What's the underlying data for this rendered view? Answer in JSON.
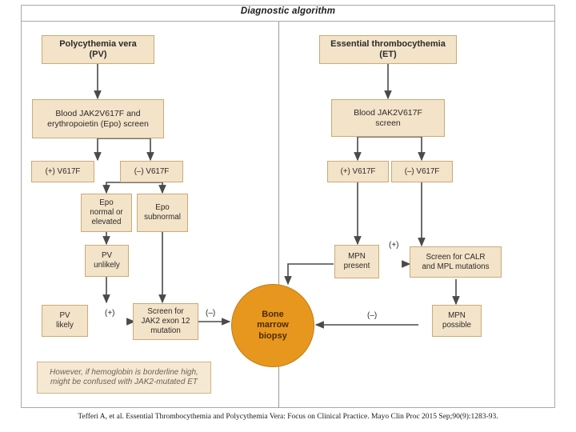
{
  "figure": {
    "title": "Diagnostic algorithm",
    "caption": "Tefferi A, et al. Essential Thrombocythemia and Polycythemia Vera: Focus on Clinical Practice. Mayo Clin Proc 2015 Sep;90(9):1283-93."
  },
  "colors": {
    "node_fill": "#f3e3c8",
    "node_border": "#c8ab79",
    "circle_fill": "#e8971e",
    "note_text": "#6f6150",
    "arrow": "#4a4a4a"
  },
  "left_branch": {
    "root": "Polycythemia vera\n(PV)",
    "screen": "Blood JAK2V617F and\nerythropoietin (Epo) screen",
    "positive": "(+) V617F",
    "negative": "(–) V617F",
    "epo_normal": "Epo\nnormal or\nelevated",
    "epo_subnormal": "Epo\nsubnormal",
    "pv_unlikely": "PV\nunlikely",
    "pv_likely": "PV\nlikely",
    "exon12": "Screen for\nJAK2 exon 12\nmutation",
    "note": "However, if hemoglobin is borderline high,\nmight be confused with JAK2-mutated ET"
  },
  "right_branch": {
    "root": "Essential thrombocythemia\n(ET)",
    "screen": "Blood JAK2V617F\nscreen",
    "positive": "(+) V617F",
    "negative": "(–) V617F",
    "mpn_present": "MPN\npresent",
    "calr_mpl": "Screen for CALR\nand MPL mutations",
    "mpn_possible": "MPN\npossible"
  },
  "center": {
    "biopsy": "Bone\nmarrow\nbiopsy"
  },
  "edge_labels": {
    "left_plus": "(+)",
    "left_minus": "(–)",
    "right_plus": "(+)",
    "right_minus": "(–)"
  }
}
